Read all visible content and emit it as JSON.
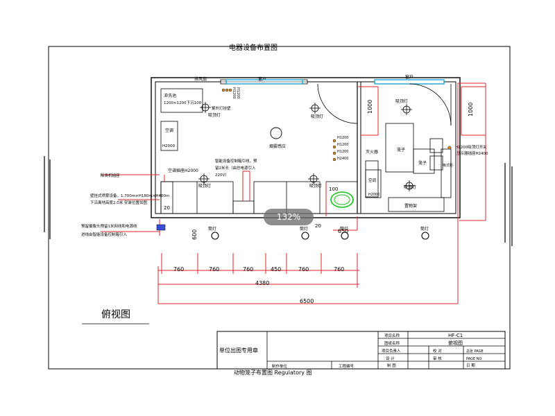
{
  "drawing": {
    "top_title": "电器设备布置图",
    "room_labels": {
      "exhaust_fan": "排风扇",
      "window_left": "窗户",
      "window_right": "窗户",
      "sink": "冲洗池",
      "sink_spec": "1200×1200下沉100",
      "ac_left": "空调",
      "ac_left_h": "H2000",
      "ac_socket": "空调插座H2000",
      "smoke": "烟雾感应",
      "fire": "灭火器",
      "cage": "笼子",
      "ac_right": "空调",
      "ac_right_h": "H2000",
      "storage": "置物架",
      "cabinet": "吸式柜",
      "sterilize_socket": "除臭机插座"
    },
    "lamp_labels": {
      "l1": "吸顶灯",
      "l2": "吸顶灯",
      "l3": "吸顶灯",
      "l4": "吸顶灯",
      "l5": "吸顶灯",
      "l6": "吸顶灯",
      "spot1": "筒灯",
      "spot2": "筒灯",
      "spot3": "筒灯",
      "spot4": "筒灯"
    },
    "heights": {
      "h1": "H1200",
      "h2": "H1200",
      "h3": "H1200",
      "h4": "H1200",
      "h5": "H1200",
      "h6": "H2400",
      "uv": "紫外灯挂壁",
      "r_switch": "H1200吸顶灯开关",
      "r_socket": "显示器插座H2400"
    },
    "notes": {
      "control": "智能设备控制箱引线，预",
      "control2": "留2米长（由总电源引入",
      "control3": "220V）",
      "wall_device": "壁挂式喷雾设备，1.700m×H180m×H400m",
      "wall_device2": "下沿离地高度2.0米   安装位置如图",
      "camera": "预留摄像头预留1米网线和电源线",
      "camera2": "进线由智能设备控制箱引入"
    },
    "dims": {
      "d1000a": "1000",
      "d1000b": "1000",
      "d600": "600",
      "d100": "100",
      "d650": "650",
      "d20a": "20",
      "d20b": "20",
      "seg1": "760",
      "seg2": "760",
      "seg3": "760",
      "seg4": "450",
      "seg5": "760",
      "seg6": "760",
      "total1": "4380",
      "total2": "6500"
    },
    "view_label": "俯视图",
    "title_block": {
      "stamp": "单位出图专用章",
      "project_name_label": "项目名称",
      "project_name": "HF-C1",
      "drawing_name_label": "图纸名称",
      "drawing_name": "俯视图",
      "manager_label": "项目负责人",
      "check_label": "校 对",
      "design_label": "设 计",
      "review_label": "审 核",
      "draw_label": "制 图",
      "date_label": "日 期",
      "unit_label": "制作单位",
      "sheet_label": "工程编号",
      "page_a": "总张 PAGE",
      "page_b": "PAGE NO"
    },
    "bottom_title": "动物笼子布置图 Regulatory 图"
  },
  "viewer": {
    "zoom": "132%"
  }
}
